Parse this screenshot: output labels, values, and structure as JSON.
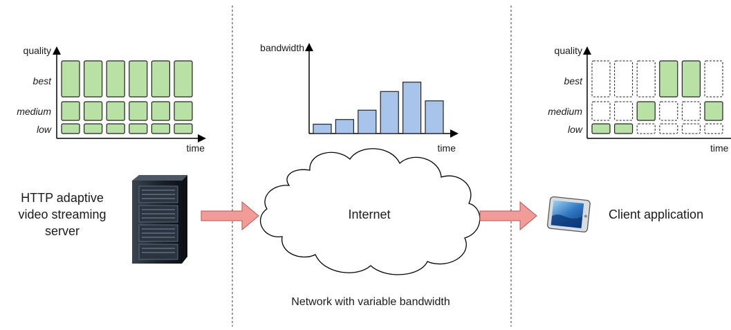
{
  "server_panel": {
    "y_axis_label": "quality",
    "x_axis_label": "time",
    "levels": [
      "best",
      "medium",
      "low"
    ],
    "caption_lines": [
      "HTTP adaptive",
      "video streaming",
      "server"
    ]
  },
  "network_panel": {
    "y_axis_label": "bandwidth",
    "x_axis_label": "time",
    "cloud_label": "Internet",
    "caption": "Network with variable bandwidth"
  },
  "client_panel": {
    "y_axis_label": "quality",
    "x_axis_label": "time",
    "levels": [
      "best",
      "medium",
      "low"
    ],
    "caption": "Client application"
  },
  "chart_data": [
    {
      "type": "bar",
      "panel": "server",
      "description_of_values": "available quality levels per segment (all levels present)",
      "segments": 6,
      "available": [
        [
          "low",
          "medium",
          "best"
        ],
        [
          "low",
          "medium",
          "best"
        ],
        [
          "low",
          "medium",
          "best"
        ],
        [
          "low",
          "medium",
          "best"
        ],
        [
          "low",
          "medium",
          "best"
        ],
        [
          "low",
          "medium",
          "best"
        ]
      ],
      "ylabel": "quality",
      "xlabel": "time"
    },
    {
      "type": "bar",
      "panel": "network",
      "values": [
        1,
        1.5,
        2.5,
        4.5,
        5.5,
        3.5
      ],
      "ylabel": "bandwidth",
      "xlabel": "time"
    },
    {
      "type": "bar",
      "panel": "client",
      "selected": [
        "low",
        "low",
        "medium",
        "best",
        "best",
        "medium"
      ],
      "ylabel": "quality",
      "xlabel": "time"
    }
  ],
  "colors": {
    "bar_green": "#b9e0a5",
    "bar_green_border": "#222222",
    "bar_blue": "#a9c4eb",
    "arrow_red": "#f19c99",
    "arrow_border": "#b85450",
    "cloud_fill": "#ffffff",
    "divider": "#333333"
  },
  "icons": [
    "server-rack-icon",
    "tablet-icon"
  ]
}
